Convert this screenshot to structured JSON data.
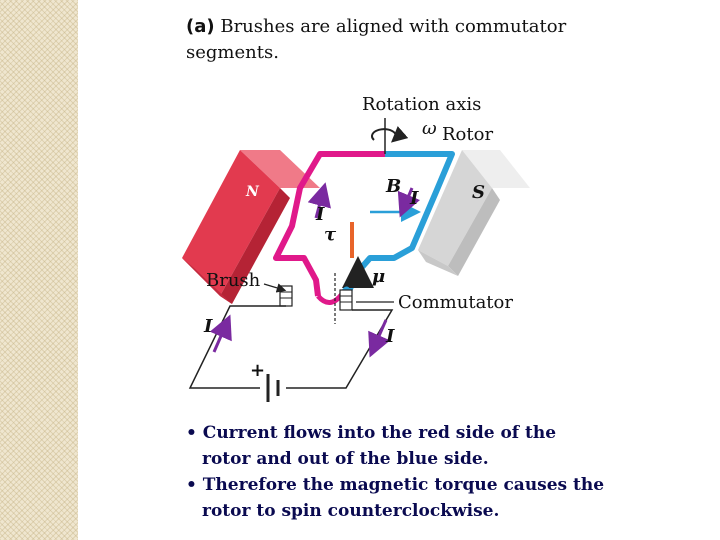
{
  "caption": {
    "tag": "(a)",
    "text": "Brushes are aligned with commutator segments."
  },
  "labels": {
    "rotation_axis": "Rotation axis",
    "omega": "ω",
    "rotor": "Rotor",
    "B": "B",
    "I": "I",
    "N": "N",
    "S": "S",
    "tau": "τ",
    "mu": "μ",
    "brush": "Brush",
    "commutator": "Commutator",
    "plus": "+"
  },
  "colors": {
    "magnet_north": "#e23a4f",
    "magnet_south": "#d6d6d6",
    "red_side": "#e0198a",
    "blue_side": "#2a9fd8",
    "current_arrow": "#7a2aa0",
    "torque_arrow": "#e8642a"
  },
  "notes": [
    "• Current flows into the red side of the rotor and out of the blue side.",
    "• Therefore the magnetic torque causes the rotor to spin counterclockwise."
  ]
}
